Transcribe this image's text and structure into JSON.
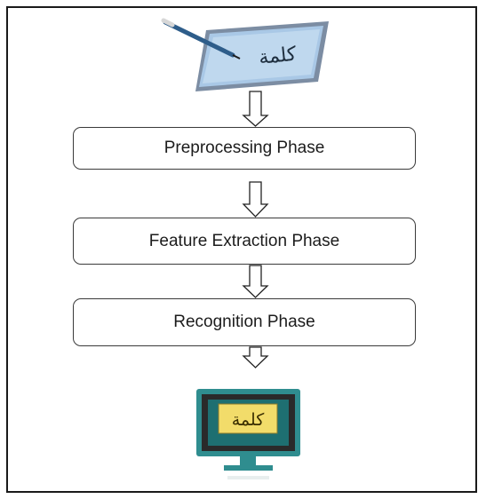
{
  "diagram": {
    "input_word": "كلمة",
    "output_word": "كلمة",
    "phases": [
      {
        "label": "Preprocessing Phase"
      },
      {
        "label": "Feature Extraction Phase"
      },
      {
        "label": "Recognition Phase"
      }
    ]
  },
  "icons": {
    "input": "pen-tablet-icon",
    "output": "computer-monitor-icon",
    "connector": "down-arrow-icon"
  },
  "colors": {
    "monitor_body": "#2f8d8f",
    "monitor_screen": "#f2dc6a",
    "tablet_screen": "#9fc3e2",
    "pen": "#2e5d8a"
  }
}
